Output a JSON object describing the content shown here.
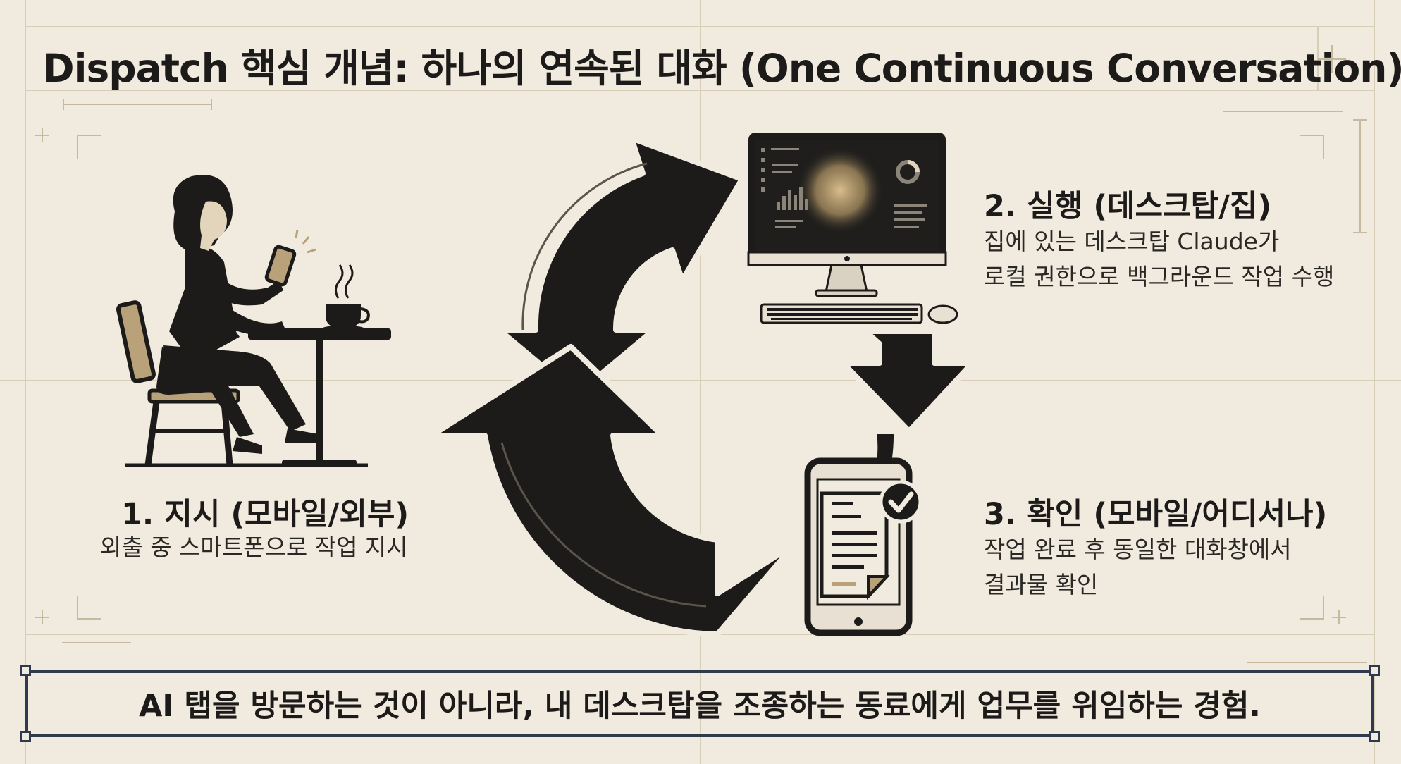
{
  "title": "Dispatch 핵심 개념: 하나의 연속된 대화 (One Continuous Conversation)",
  "steps": [
    {
      "heading": "1. 지시 (모바일/외부)",
      "description": [
        "외출 중 스마트폰으로 작업 지시"
      ],
      "illustration": "person-with-phone-at-cafe"
    },
    {
      "heading": "2. 실행 (데스크탑/집)",
      "description": [
        "집에 있는 데스크탑 Claude가",
        "로컬 권한으로 백그라운드 작업 수행"
      ],
      "illustration": "desktop-computer"
    },
    {
      "heading": "3. 확인 (모바일/어디서나)",
      "description": [
        "작업 완료 후 동일한 대화창에서",
        "결과물 확인"
      ],
      "illustration": "phone-document-check"
    }
  ],
  "footer": "AI 탭을 방문하는 것이 아니라, 내 데스크탑을 조종하는 동료에게 업무를 위임하는 경험.",
  "colors": {
    "background": "#f1ebdf",
    "ink": "#1c1b19",
    "accent": "#b9a17a",
    "frame": "#2f3a4f",
    "guide": "#d8cdb6"
  }
}
